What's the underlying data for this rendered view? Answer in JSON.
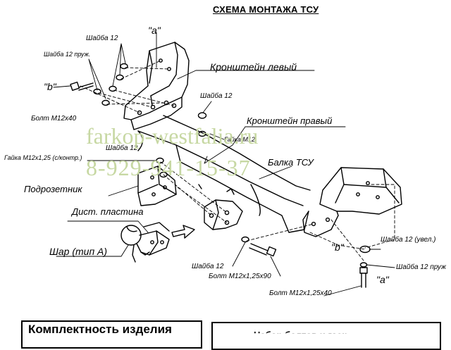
{
  "header": {
    "title": "СХЕМА МОНТАЖА ТСУ"
  },
  "labels": {
    "washer12_top": "Шайба 12",
    "washer12_spring": "Шайба 12 пруж.",
    "mark_a_top": "\"a\"",
    "mark_b_left": "\"b\"",
    "bolt_m12x40_left": "Болт М12х40",
    "bracket_left": "Кронштейн левый",
    "washer12_mid": "Шайба 12",
    "nut_m12": "Гайка М12",
    "bracket_right": "Кронштейн правый",
    "nut_m12x125": "Гайка М12х1,25 (с/контр.)",
    "washer12_left": "Шайба 12",
    "beam": "Балка ТСУ",
    "socket_plate": "Подрозетник",
    "spacer_plate": "Дист. пластина",
    "ball": "Шар (тип А)",
    "washer12_bottom": "Шайба 12",
    "bolt_m12x125x90": "Болт М12х1,25х90",
    "mark_b_bottom": "\"b\"",
    "washer12_large": "Шайба 12 (увел.)",
    "washer12_spring_right": "Шайба 12 пруж",
    "mark_a_bottom": "\"a\"",
    "bolt_m12x125x40": "Болт М12х1,25х40"
  },
  "watermark": {
    "site": "farkop-westfalia.ru",
    "phone": "8-929-941-15-37"
  },
  "footer": {
    "kit_title": "Комплектность изделия",
    "right_text": "Набор болтов и гаек"
  }
}
